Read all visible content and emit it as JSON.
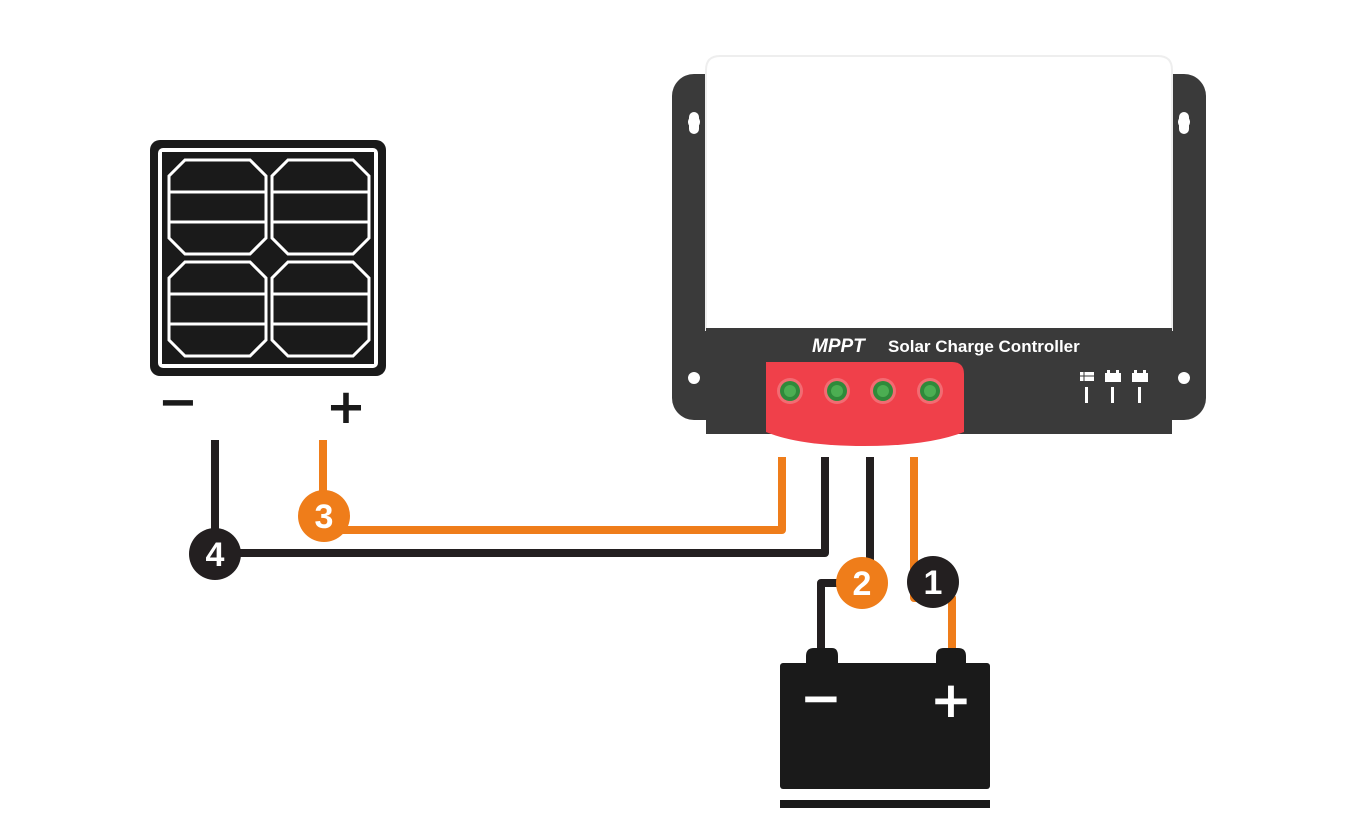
{
  "controller": {
    "mppt_label": "MPPT",
    "title": "Solar Charge Controller",
    "indicator_icons": [
      "solar-panel-icon",
      "battery-icon",
      "load-icon"
    ],
    "terminal_count": 4
  },
  "solar_panel": {
    "negative_sign": "−",
    "positive_sign": "+"
  },
  "battery": {
    "negative_sign": "−",
    "positive_sign": "+"
  },
  "steps": [
    {
      "number": "1",
      "color": "#231f20"
    },
    {
      "number": "2",
      "color": "#ef7d1a"
    },
    {
      "number": "3",
      "color": "#ef7d1a"
    },
    {
      "number": "4",
      "color": "#231f20"
    }
  ],
  "colors": {
    "positive_wire": "#ef7d1a",
    "negative_wire": "#231f20",
    "terminal_block": "#f0404a",
    "controller_body": "#ffffff",
    "controller_base": "#3a3a3a"
  }
}
